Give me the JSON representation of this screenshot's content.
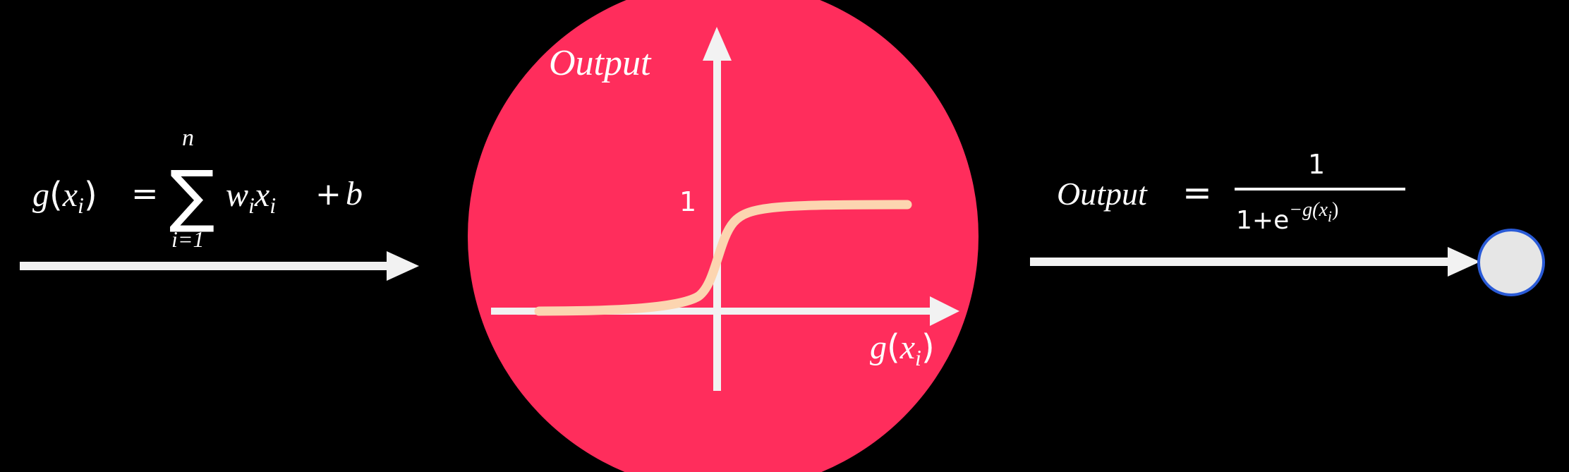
{
  "colors": {
    "background": "#000000",
    "neuron_fill": "#ff2d5c",
    "arrow": "#f2f2f2",
    "curve": "#fcd5b0",
    "output_node_fill": "#e6e6e6",
    "output_node_stroke": "#2a5bd7",
    "text": "#ffffff"
  },
  "left_formula": {
    "lhs_g": "g",
    "lhs_x": "x",
    "lhs_sub_i": "i",
    "equals": "=",
    "sum_symbol": "∑",
    "sum_upper": "n",
    "sum_lower": "i=1",
    "w": "w",
    "w_sub": "i",
    "x": "x",
    "x_sub": "i",
    "plus": "+",
    "b": "b"
  },
  "graph": {
    "y_axis_label": "Output",
    "x_axis_label_g": "g",
    "x_axis_label_x": "x",
    "x_axis_label_sub": "i",
    "y_tick_label": "1"
  },
  "right_formula": {
    "lhs": "Output",
    "equals": "=",
    "numerator": "1",
    "denominator_base": "1+e",
    "exponent_prefix": "−g(x",
    "exponent_sub": "i",
    "exponent_suffix": ")"
  },
  "icons": {
    "input_arrow": "arrow-right",
    "output_arrow": "arrow-right",
    "output_node": "circle"
  }
}
